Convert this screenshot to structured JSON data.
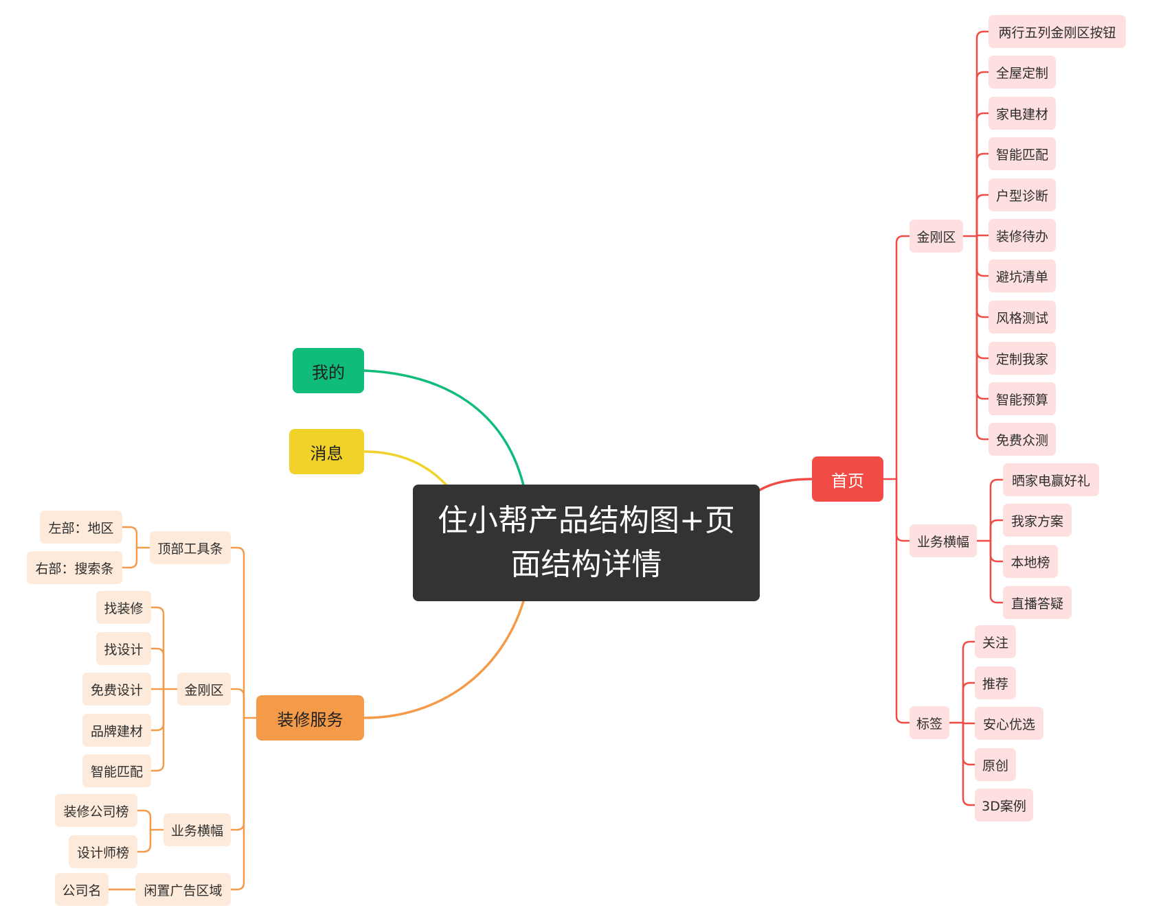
{
  "root": {
    "line1": "住小帮产品结构图+页",
    "line2": "面结构详情"
  },
  "colors": {
    "root": "#333333",
    "home": "#f04b45",
    "mine": "#0fbc7a",
    "message": "#f1d22b",
    "service": "#f49b4a",
    "home_light": "#fde0df",
    "service_light": "#fdeadb"
  },
  "mine": {
    "label": "我的"
  },
  "message": {
    "label": "消息"
  },
  "home": {
    "label": "首页",
    "kingkong": {
      "label": "金刚区",
      "items": [
        "两行五列金刚区按钮",
        "全屋定制",
        "家电建材",
        "智能匹配",
        "户型诊断",
        "装修待办",
        "避坑清单",
        "风格测试",
        "定制我家",
        "智能预算",
        "免费众测"
      ]
    },
    "banner": {
      "label": "业务横幅",
      "items": [
        "晒家电赢好礼",
        "我家方案",
        "本地榜",
        "直播答疑"
      ]
    },
    "tags": {
      "label": "标签",
      "items": [
        "关注",
        "推荐",
        "安心优选",
        "原创",
        "3D案例"
      ]
    }
  },
  "service": {
    "label": "装修服务",
    "toolbar": {
      "label": "顶部工具条",
      "items": [
        "左部：地区",
        "右部：搜索条"
      ]
    },
    "kingkong": {
      "label": "金刚区",
      "items": [
        "找装修",
        "找设计",
        "免费设计",
        "品牌建材",
        "智能匹配"
      ]
    },
    "banner": {
      "label": "业务横幅",
      "items": [
        "装修公司榜",
        "设计师榜"
      ]
    },
    "idle_ad": {
      "label": "闲置广告区域",
      "items": [
        "公司名"
      ]
    }
  }
}
